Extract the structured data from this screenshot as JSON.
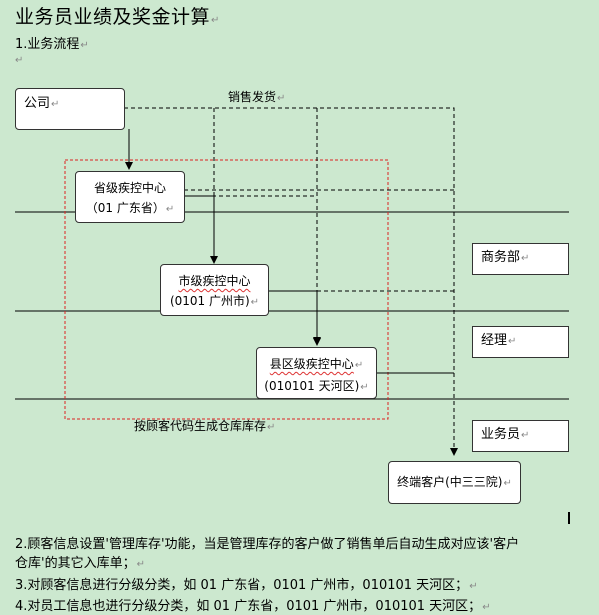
{
  "doc": {
    "title": "业务员业绩及奖金计算",
    "section1": "1.业务流程",
    "para_mark": "↵",
    "para2_line1": "2.顾客信息设置'管理库存'功能，当是管理库存的客户做了销售单后自动生成对应该'客户",
    "para2_line2": "仓库'的其它入库单；",
    "para3": "3.对顾客信息进行分级分类，如 01 广东省，0101 广州市，010101 天河区；",
    "para4": "4.对员工信息也进行分级分类，如 01 广东省，0101 广州市，010101 天河区；"
  },
  "diagram": {
    "company": "公司",
    "sales_label": "销售发货",
    "province_line1": "省级疾控中心",
    "province_line2": "（01 广东省）",
    "city_line1": "市级疾控中心",
    "city_line2": "(0101 广州市)",
    "county_line1": "县区级疾控中心",
    "county_line2": "(010101 天河区)",
    "warehouse_note": "按顾客代码生成仓库库存",
    "commerce": "商务部",
    "manager": "经理",
    "salesman": "业务员",
    "end_customer": "终端客户(中三三院)"
  }
}
